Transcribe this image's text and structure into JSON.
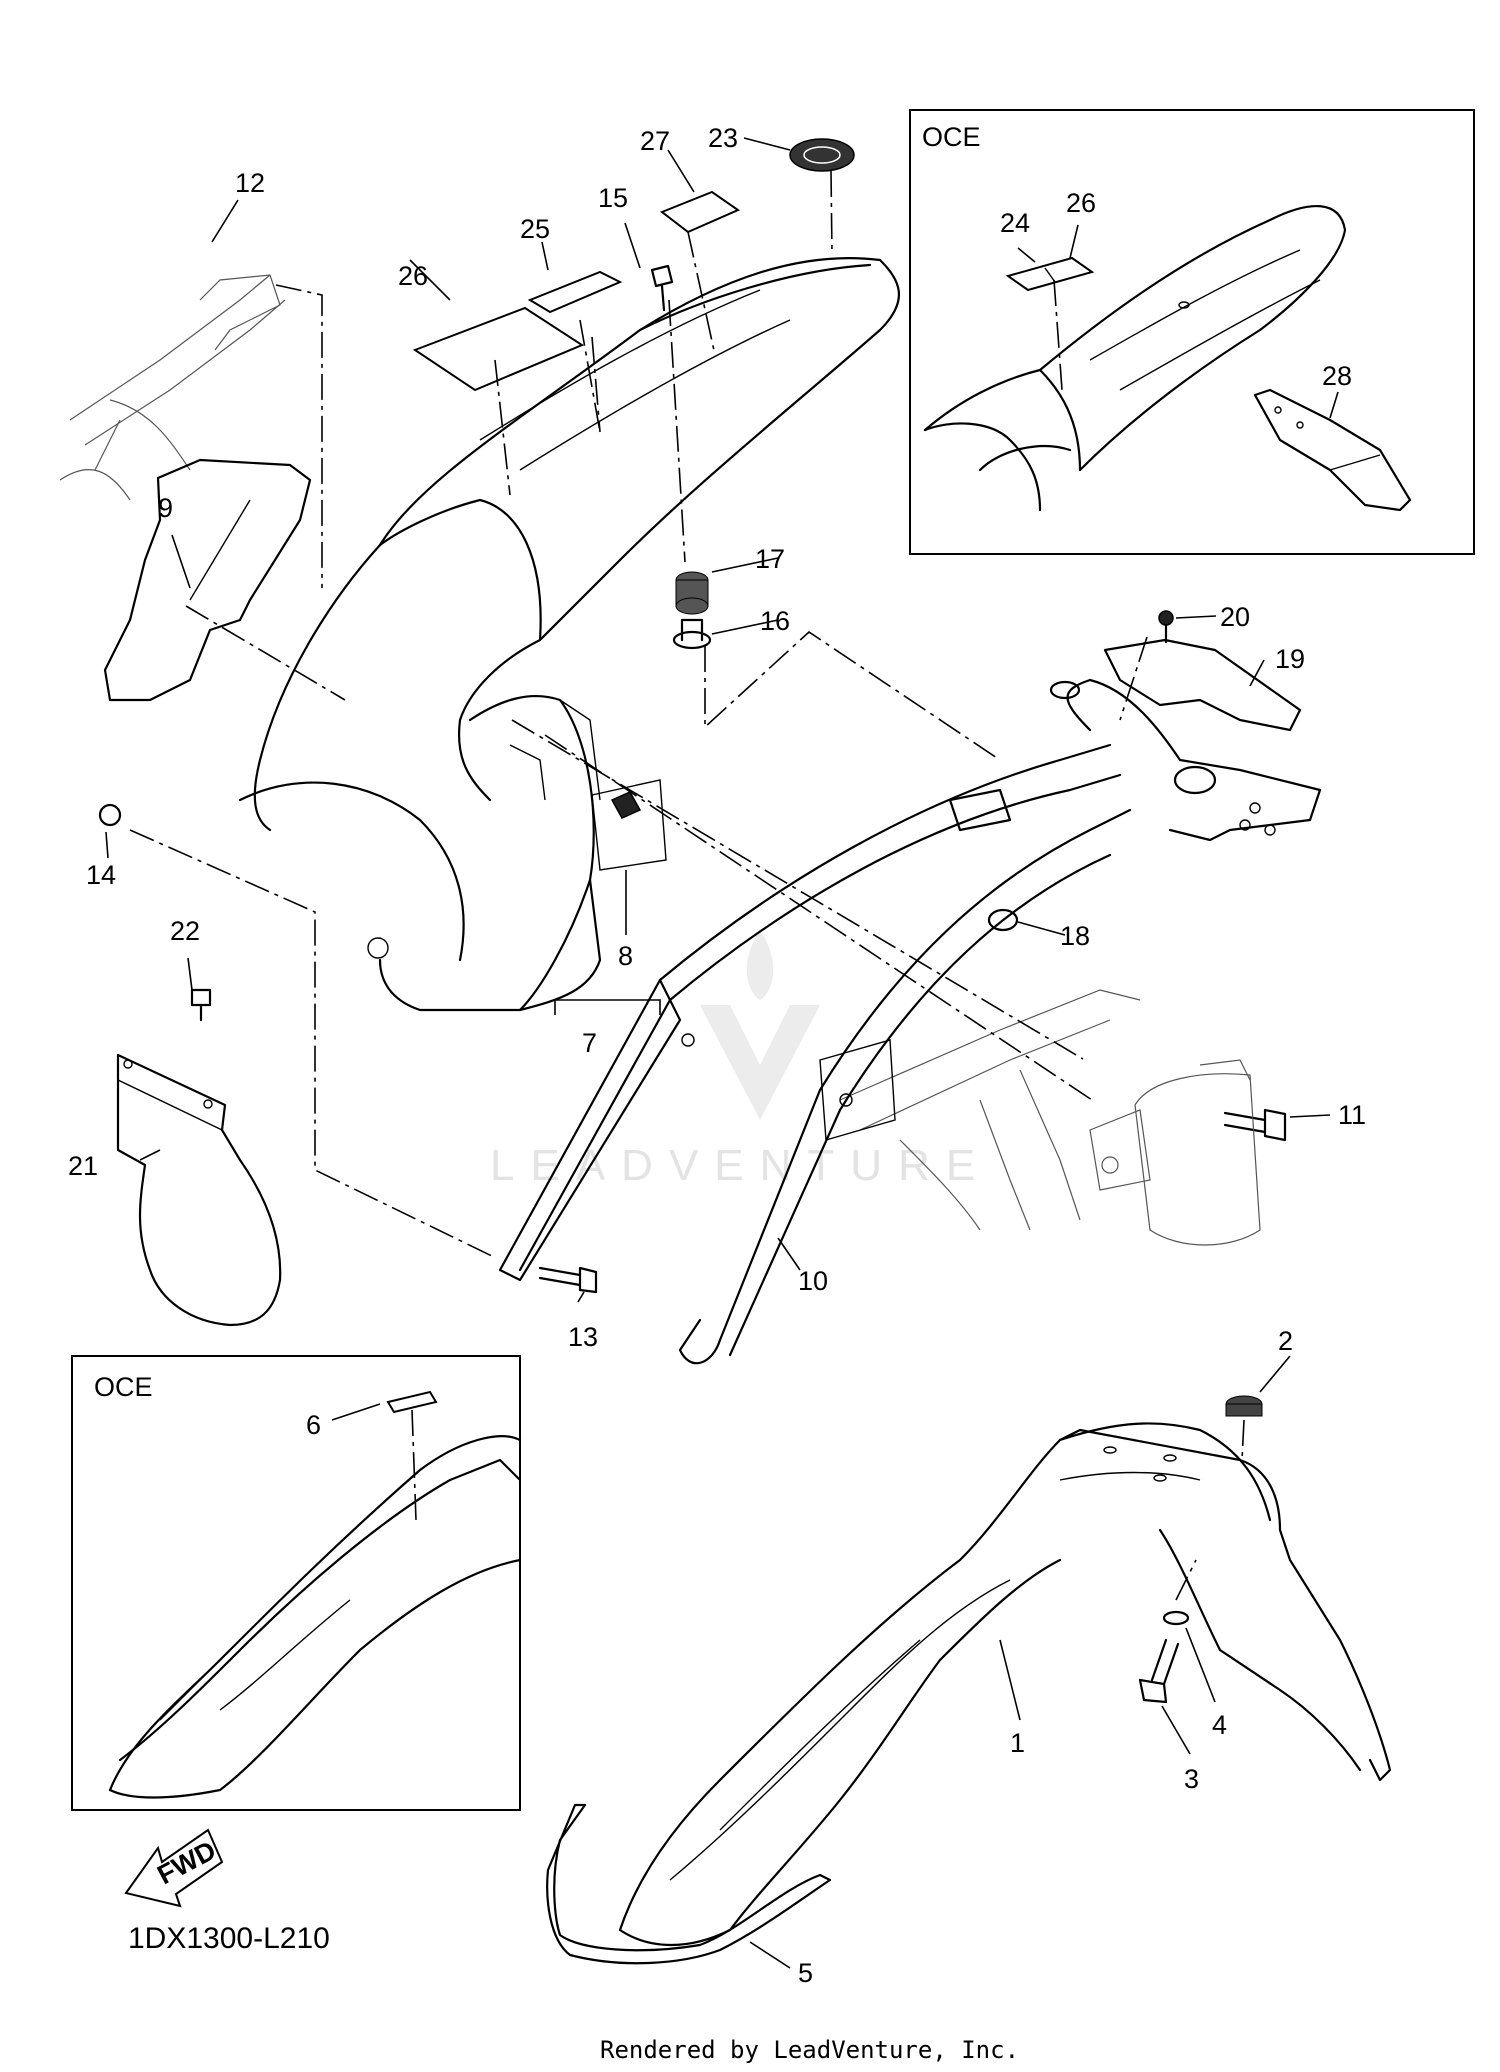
{
  "diagram_code": "1DX1300-L210",
  "footer": "Rendered by LeadVenture, Inc.",
  "watermark": "LEADVENTURE",
  "fwd_label": "FWD",
  "inset_boxes": [
    {
      "id": "top-right",
      "title": "OCE"
    },
    {
      "id": "bottom-left",
      "title": "OCE"
    }
  ],
  "callouts": [
    {
      "num": "1"
    },
    {
      "num": "2"
    },
    {
      "num": "3"
    },
    {
      "num": "4"
    },
    {
      "num": "5"
    },
    {
      "num": "6"
    },
    {
      "num": "7"
    },
    {
      "num": "8"
    },
    {
      "num": "9"
    },
    {
      "num": "10"
    },
    {
      "num": "11"
    },
    {
      "num": "12"
    },
    {
      "num": "13"
    },
    {
      "num": "14"
    },
    {
      "num": "15"
    },
    {
      "num": "16"
    },
    {
      "num": "17"
    },
    {
      "num": "18"
    },
    {
      "num": "19"
    },
    {
      "num": "20"
    },
    {
      "num": "21"
    },
    {
      "num": "22"
    },
    {
      "num": "23"
    },
    {
      "num": "24"
    },
    {
      "num": "25"
    },
    {
      "num": "26"
    },
    {
      "num": "26"
    },
    {
      "num": "27"
    },
    {
      "num": "28"
    }
  ]
}
